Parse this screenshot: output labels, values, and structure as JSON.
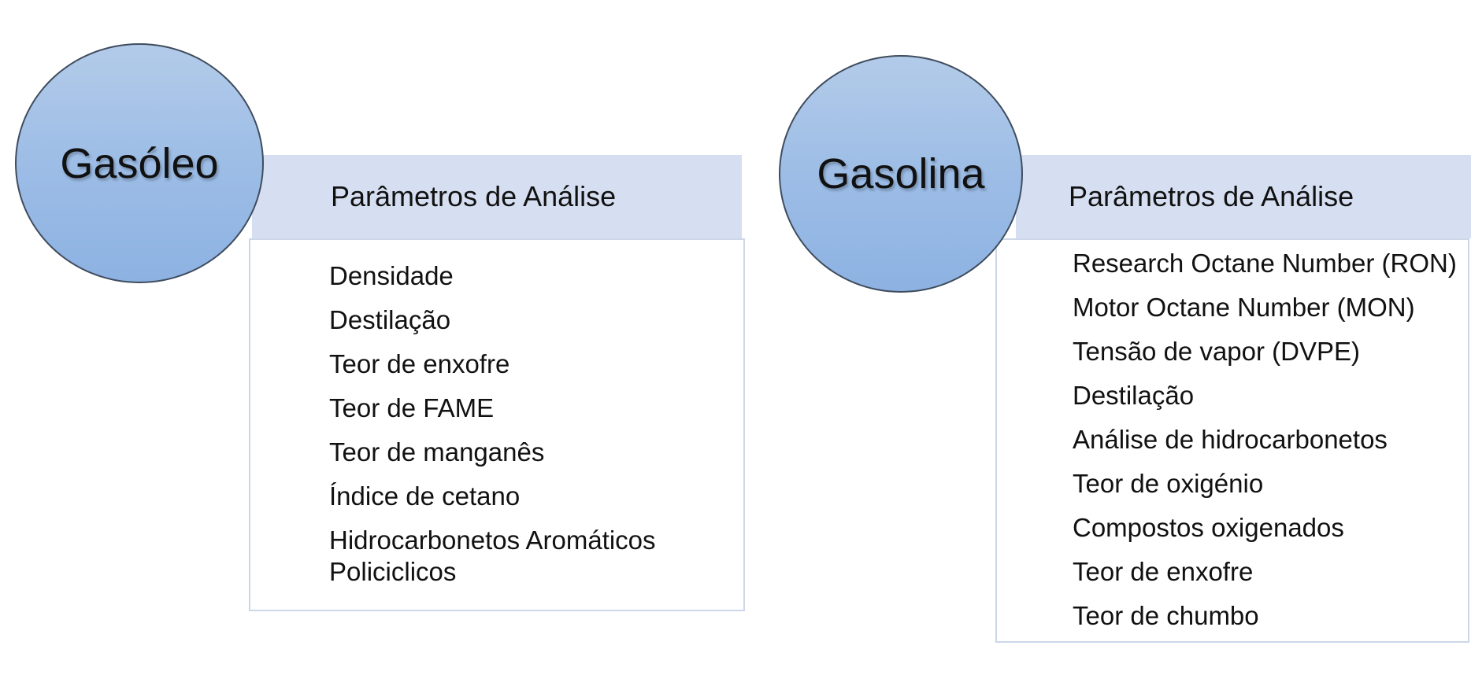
{
  "colors": {
    "circle_fill": "#9dbde6",
    "header_band": "#d6dff1",
    "box_border": "#ccd7e8",
    "text": "#111111"
  },
  "gasoleo": {
    "title": "Gasóleo",
    "header": "Parâmetros de Análise",
    "items": [
      "Densidade",
      "Destilação",
      "Teor de enxofre",
      "Teor de FAME",
      "Teor de manganês",
      "Índice de cetano",
      "Hidrocarbonetos Aromáticos Policiclicos"
    ]
  },
  "gasolina": {
    "title": "Gasolina",
    "header": "Parâmetros de Análise",
    "items": [
      "Research Octane Number (RON)",
      "Motor Octane Number (MON)",
      "Tensão de vapor (DVPE)",
      "Destilação",
      "Análise de hidrocarbonetos",
      "Teor de oxigénio",
      "Compostos oxigenados",
      "Teor de enxofre",
      "Teor de chumbo"
    ]
  }
}
